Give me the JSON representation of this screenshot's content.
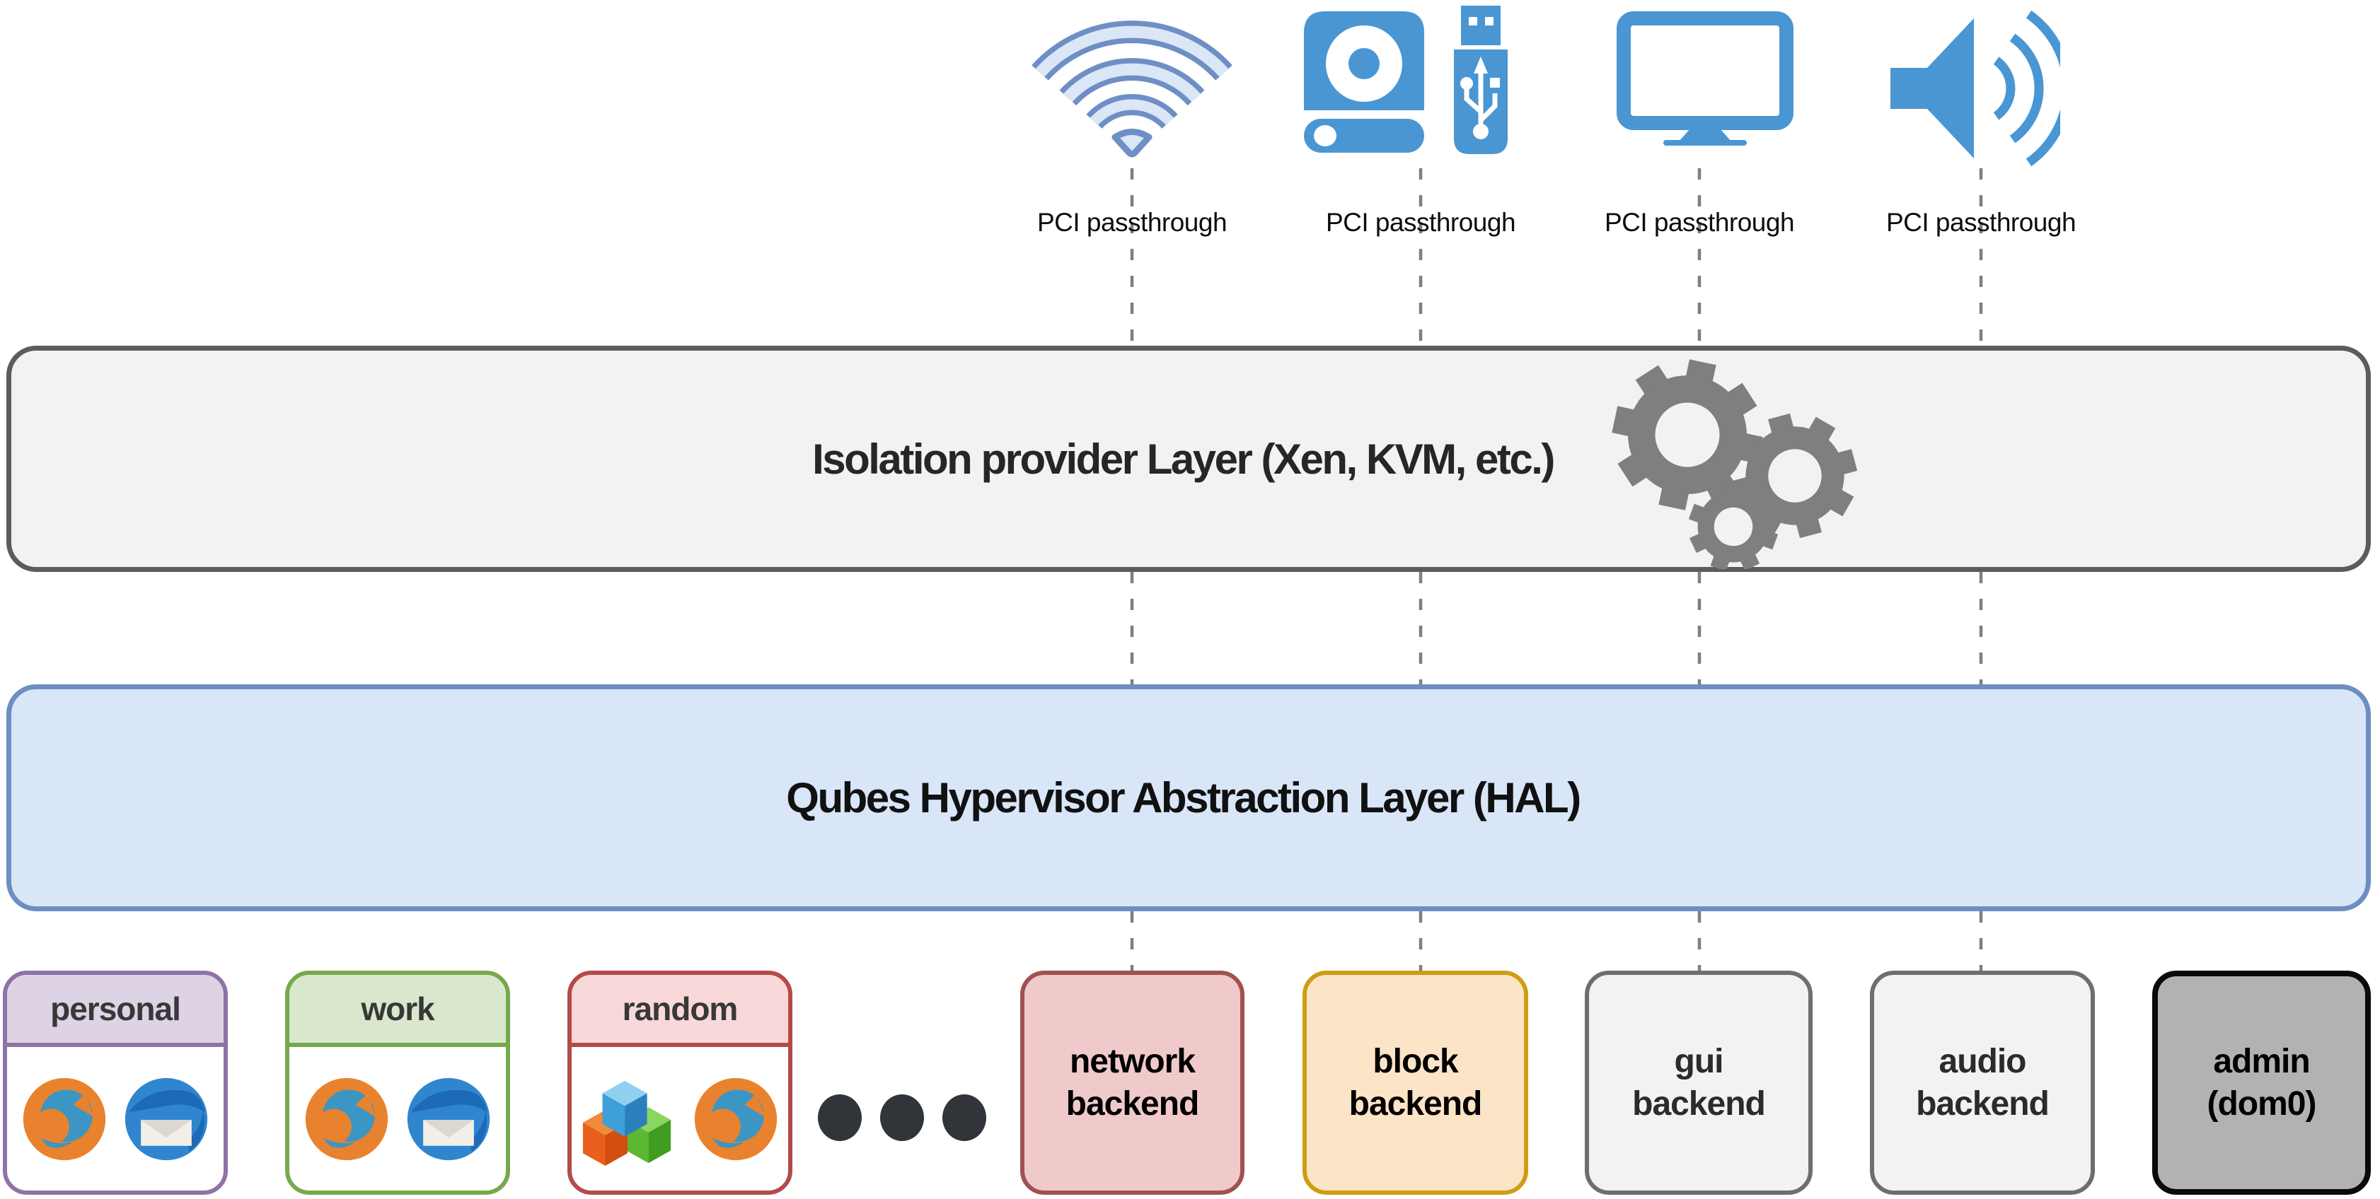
{
  "devices": [
    {
      "icon": "wifi-icon",
      "pci_label": "PCI passthrough"
    },
    {
      "icon": "disk-usb-icon",
      "pci_label": "PCI passthrough"
    },
    {
      "icon": "monitor-icon",
      "pci_label": "PCI passthrough"
    },
    {
      "icon": "speaker-icon",
      "pci_label": "PCI passthrough"
    }
  ],
  "layers": {
    "isolation": {
      "label": "Isolation provider Layer (Xen, KVM, etc.)",
      "fill": "#f2f2f2",
      "border": "#5c5c5c"
    },
    "hal": {
      "label": "Qubes Hypervisor Abstraction Layer (HAL)",
      "fill": "#d9e6f7",
      "border": "#6d8ec0"
    }
  },
  "vms": [
    {
      "label": "personal",
      "border": "#8f72a6",
      "header_fill": "#ded3e4",
      "icons": [
        "firefox-icon",
        "thunderbird-icon"
      ]
    },
    {
      "label": "work",
      "border": "#76a94e",
      "header_fill": "#d9e8cc",
      "icons": [
        "firefox-icon",
        "thunderbird-icon"
      ]
    },
    {
      "label": "random",
      "border": "#b24b4b",
      "header_fill": "#f8d8d8",
      "icons": [
        "blocks-icon",
        "firefox-icon"
      ]
    }
  ],
  "ellipsis_dots": 3,
  "backends": [
    {
      "label": "network\nbackend",
      "fill": "#f0caca",
      "border": "#a05151"
    },
    {
      "label": "block\nbackend",
      "fill": "#fce5c7",
      "border": "#cf9c13"
    },
    {
      "label": "gui\nbackend",
      "fill": "#f2f2f2",
      "border": "#6e6e6e"
    },
    {
      "label": "audio\nbackend",
      "fill": "#f2f2f2",
      "border": "#6e6e6e"
    },
    {
      "label": "admin\n(dom0)",
      "fill": "#b2b2b2",
      "border": "#0a0a0a"
    }
  ],
  "colors": {
    "device_blue": "#4a96d3",
    "wifi_stroke": "#6e8fc5",
    "wifi_fill": "#dbe6f6",
    "gear_gray": "#7f7f7f",
    "dashed_line": "#7f7f7f"
  }
}
